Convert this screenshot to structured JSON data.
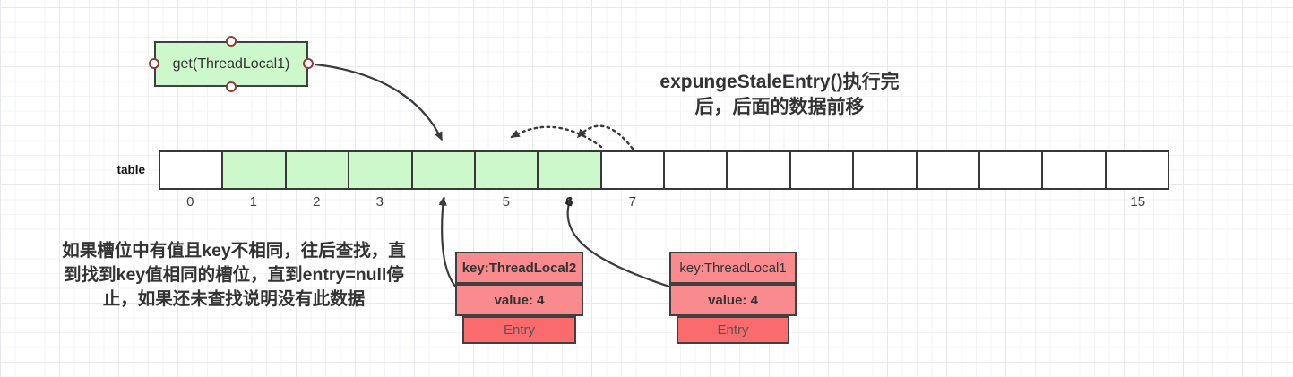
{
  "get_box": {
    "label": "get(ThreadLocal1)"
  },
  "title": {
    "line1": "expungeStaleEntry()执行完",
    "line2": "后，后面的数据前移"
  },
  "table": {
    "label": "table",
    "cell_count": 16,
    "green_cells": [
      1,
      2,
      3,
      4,
      5,
      6
    ],
    "index_labels": [
      {
        "index": 0,
        "text": "0",
        "bold": false
      },
      {
        "index": 1,
        "text": "1",
        "bold": false
      },
      {
        "index": 2,
        "text": "2",
        "bold": false
      },
      {
        "index": 3,
        "text": "3",
        "bold": false
      },
      {
        "index": 4,
        "text": "4",
        "bold": false
      },
      {
        "index": 5,
        "text": "5",
        "bold": false
      },
      {
        "index": 6,
        "text": "6",
        "bold": true
      },
      {
        "index": 7,
        "text": "7",
        "bold": false
      },
      {
        "index": 15,
        "text": "15",
        "bold": false
      }
    ]
  },
  "note": {
    "line1": "如果槽位中有值且key不相同，往后查找，直",
    "line2": "到找到key值相同的槽位，直到entry=null停",
    "line3": "止，如果还未查找说明没有此数据"
  },
  "entries": [
    {
      "key": "key:ThreadLocal2",
      "key_bold": true,
      "value": "value: 4",
      "footer": "Entry"
    },
    {
      "key": "key:ThreadLocal1",
      "key_bold": false,
      "value": "value: 4",
      "footer": "Entry"
    }
  ],
  "colors": {
    "shape_green": "#ccf8cc",
    "entry_pink": "#f98a8d",
    "entry_red": "#fa6b6e",
    "shape_border": "#404040",
    "arrow": "#3a3a3a",
    "handle_ring": "#8e3c3c"
  }
}
